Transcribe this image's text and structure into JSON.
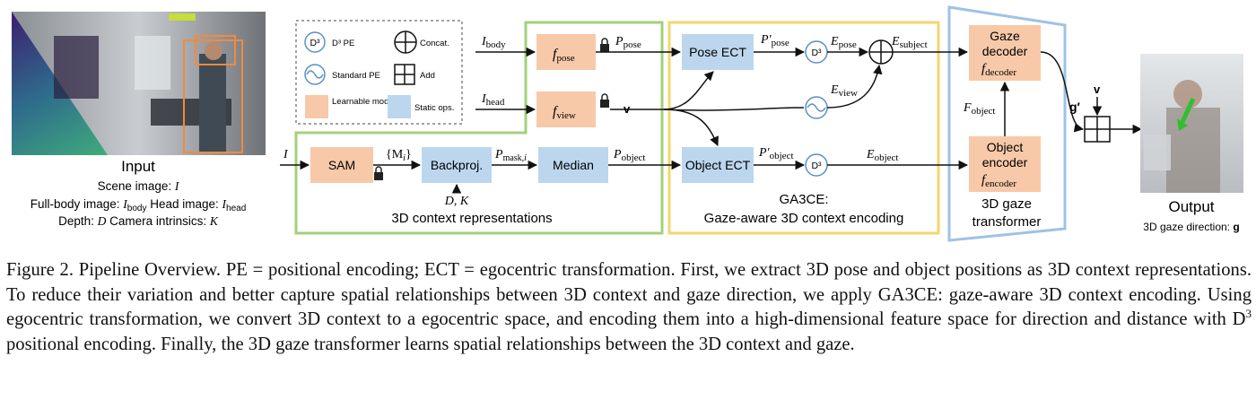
{
  "figure": {
    "input": {
      "title": "Input",
      "scene_label": "Scene image: ",
      "scene_var": "I",
      "fullbody_label": "Full-body image: ",
      "fullbody_var": "I",
      "fullbody_sub": "body",
      "head_label": "Head image: ",
      "head_var": "I",
      "head_sub": "head",
      "depth_label": "Depth: ",
      "depth_var": "D",
      "intr_label": "Camera intrinsics: ",
      "intr_var": "K"
    },
    "legend": {
      "d3pe": "D³ PE",
      "concat": "Concat.",
      "standard_pe": "Standard PE",
      "add": "Add",
      "learnable": "Learnable modules",
      "static": "Static ops."
    },
    "d3_symbol": "D³",
    "nodes": {
      "f_pose": "f",
      "f_pose_sub": "pose",
      "f_view": "f",
      "f_view_sub": "view",
      "sam": "SAM",
      "backproj": "Backproj.",
      "median": "Median",
      "pose_ect": "Pose ECT",
      "object_ect": "Object ECT",
      "gaze_decoder_1": "Gaze",
      "gaze_decoder_2": "decoder",
      "gaze_decoder_f": "f",
      "gaze_decoder_sub": "decoder",
      "object_encoder_1": "Object",
      "object_encoder_2": "encoder",
      "object_encoder_f": "f",
      "object_encoder_sub": "encoder"
    },
    "edges": {
      "i_body": "I",
      "i_body_sub": "body",
      "i_head": "I",
      "i_head_sub": "head",
      "i": "I",
      "p_pose": "P",
      "p_pose_sub": "pose",
      "v": "v",
      "m_i": "{M",
      "m_i_sub": "i",
      "m_i_close": "}",
      "p_mask": "P",
      "p_mask_sub": "mask,",
      "p_mask_i": "i",
      "dk": "D, K",
      "p_object": "P",
      "p_object_sub": "object",
      "p_pose_prime": "P′",
      "p_pose_prime_sub": "pose",
      "p_object_prime": "P′",
      "p_object_prime_sub": "object",
      "e_pose": "E",
      "e_pose_sub": "pose",
      "e_view": "E",
      "e_view_sub": "view",
      "e_subject": "E",
      "e_subject_sub": "subject",
      "e_object": "E",
      "e_object_sub": "object",
      "f_object": "F",
      "f_object_sub": "object",
      "g_prime": "g′",
      "v_out": "v"
    },
    "groups": {
      "ctx_1": "3D context representations",
      "ga3ce_1": "GA3CE:",
      "ga3ce_2": "Gaze-aware 3D context encoding",
      "transformer_1": "3D gaze",
      "transformer_2": "transformer"
    },
    "output": {
      "title": "Output",
      "label": "3D gaze direction: ",
      "var": "g"
    },
    "colors": {
      "learnable": "#f7c9a9",
      "static": "#bcd6ee",
      "green_box": "#a3d07a",
      "yellow_box": "#f4d66e",
      "blue_box": "#9ec2e6",
      "pe_circle": "#5b8fc7"
    }
  },
  "caption": {
    "prefix": "Figure 2. Pipeline Overview. PE = positional encoding; ECT = egocentric transformation. First, we extract 3D pose and object positions as 3D context representations. To reduce their variation and better capture spatial relationships between 3D context and gaze direction, we apply GA3CE: gaze-aware 3D context encoding. Using egocentric transformation, we convert 3D context to a egocentric space, and encoding them into a high-dimensional feature space for direction and distance with D",
    "sup": "3",
    "suffix": " positional encoding. Finally, the 3D gaze transformer learns spatial relationships between the 3D context and gaze."
  }
}
